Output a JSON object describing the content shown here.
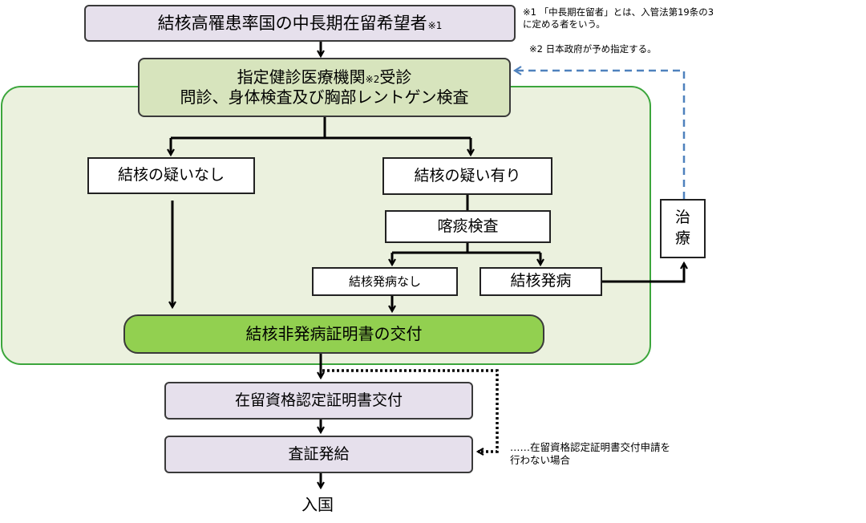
{
  "applicant": {
    "label": "結核高罹患率国の中長期在留希望者",
    "mark": "※1"
  },
  "note1": {
    "line1": "※1 「中長期在留者」とは、入管法第19条の3",
    "line2": "に定める者をいう。"
  },
  "note2": "※2  日本政府が予め指定する。",
  "clinic": {
    "line1_before": "指定健診医療機関",
    "line1_mark": "※2",
    "line1_after": "受診",
    "line2": "問診、身体検査及び胸部レントゲン検査"
  },
  "no_suspicion": "結核の疑いなし",
  "suspicion": "結核の疑い有り",
  "sputum_test": "喀痰検査",
  "no_onset": "結核発病なし",
  "onset": "結核発病",
  "treatment": "治療",
  "certificate": "結核非発病証明書の交付",
  "coe_issue": "在留資格認定証明書交付",
  "visa_issue": "査証発給",
  "entry": "入国",
  "no_coe_note": {
    "line1": "……在留資格認定証明書交付申請を",
    "line2": "行わない場合"
  },
  "colors": {
    "purple_box": "#e6e0ec",
    "light_green": "#d7e4bd",
    "dark_green": "#92d050",
    "region_fill": "#ebf1de",
    "region_border": "#3ca63c",
    "feedback_arrow": "#4f81bd"
  }
}
